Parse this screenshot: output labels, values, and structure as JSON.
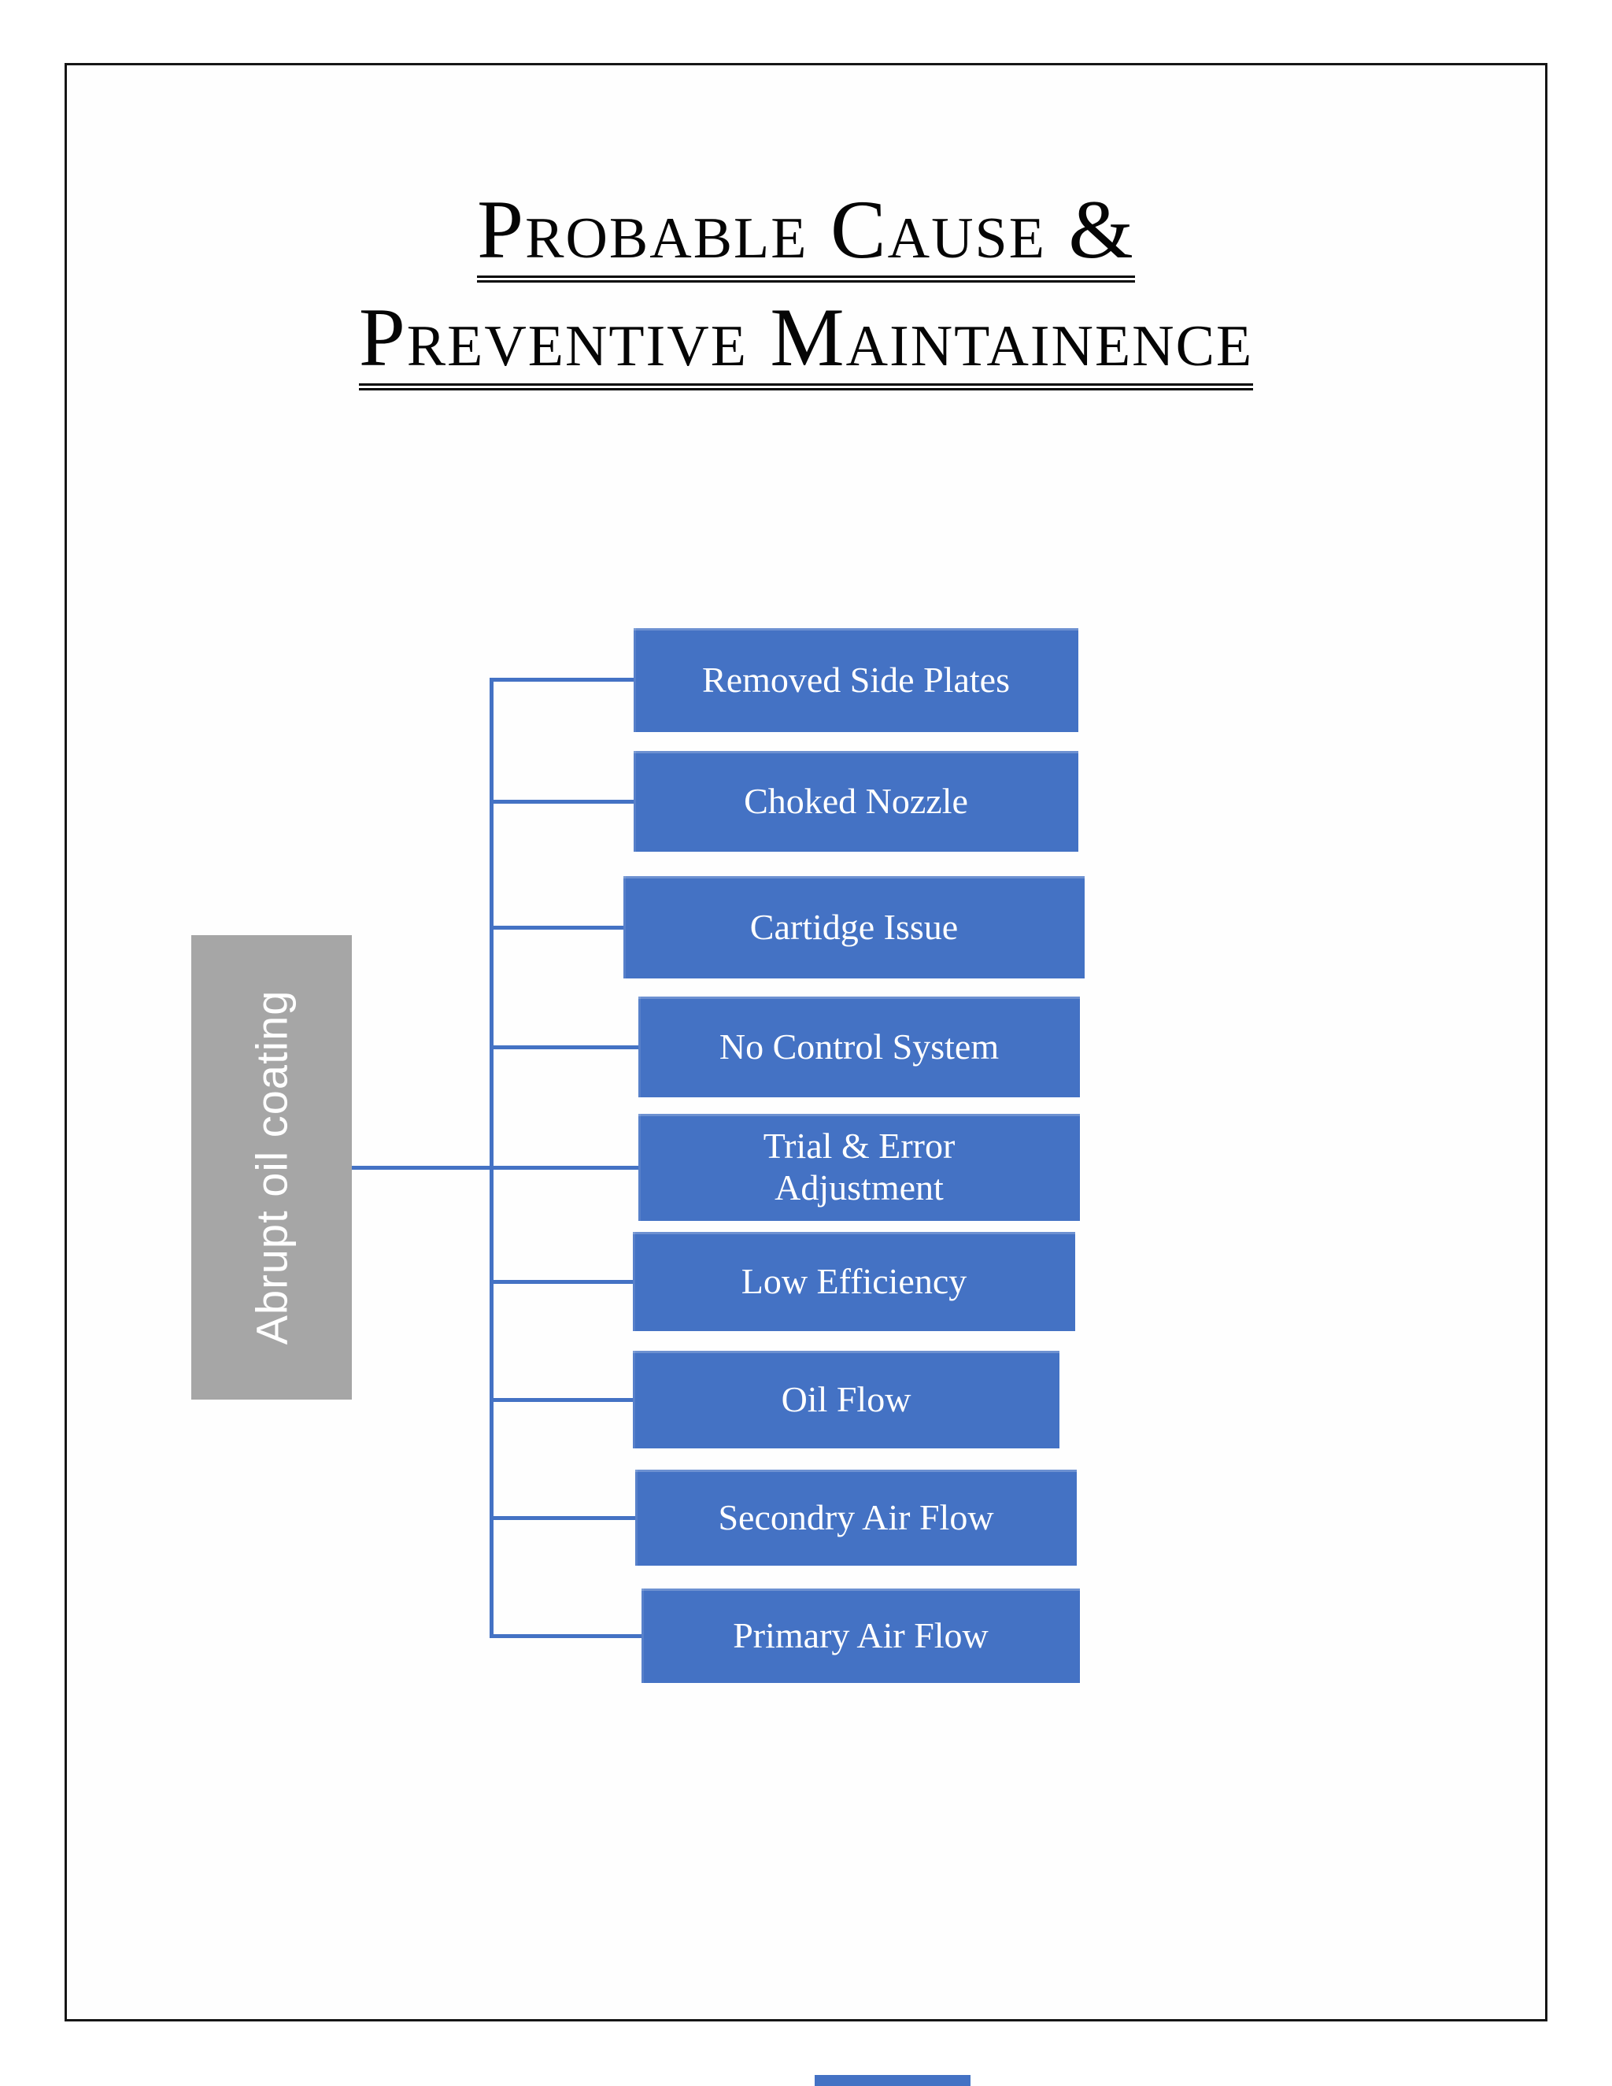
{
  "document": {
    "title": {
      "line1": "Probable Cause &",
      "line2": "Preventive Maintainence"
    }
  },
  "diagram": {
    "root": {
      "label": "Abrupt oil coating"
    },
    "causes": [
      {
        "label": "Removed Side Plates"
      },
      {
        "label": "Choked Nozzle"
      },
      {
        "label": "Cartidge Issue"
      },
      {
        "label": "No Control System"
      },
      {
        "label": "Trial & Error Adjustment"
      },
      {
        "label": "Low Efficiency"
      },
      {
        "label": "Oil Flow"
      },
      {
        "label": "Secondry Air Flow"
      },
      {
        "label": "Primary Air Flow"
      }
    ],
    "colors": {
      "cause_fill": "#4472c4",
      "root_fill": "#a6a6a6",
      "connector": "#4472c4",
      "node_text": "#ffffff",
      "title_text": "#050505"
    }
  }
}
